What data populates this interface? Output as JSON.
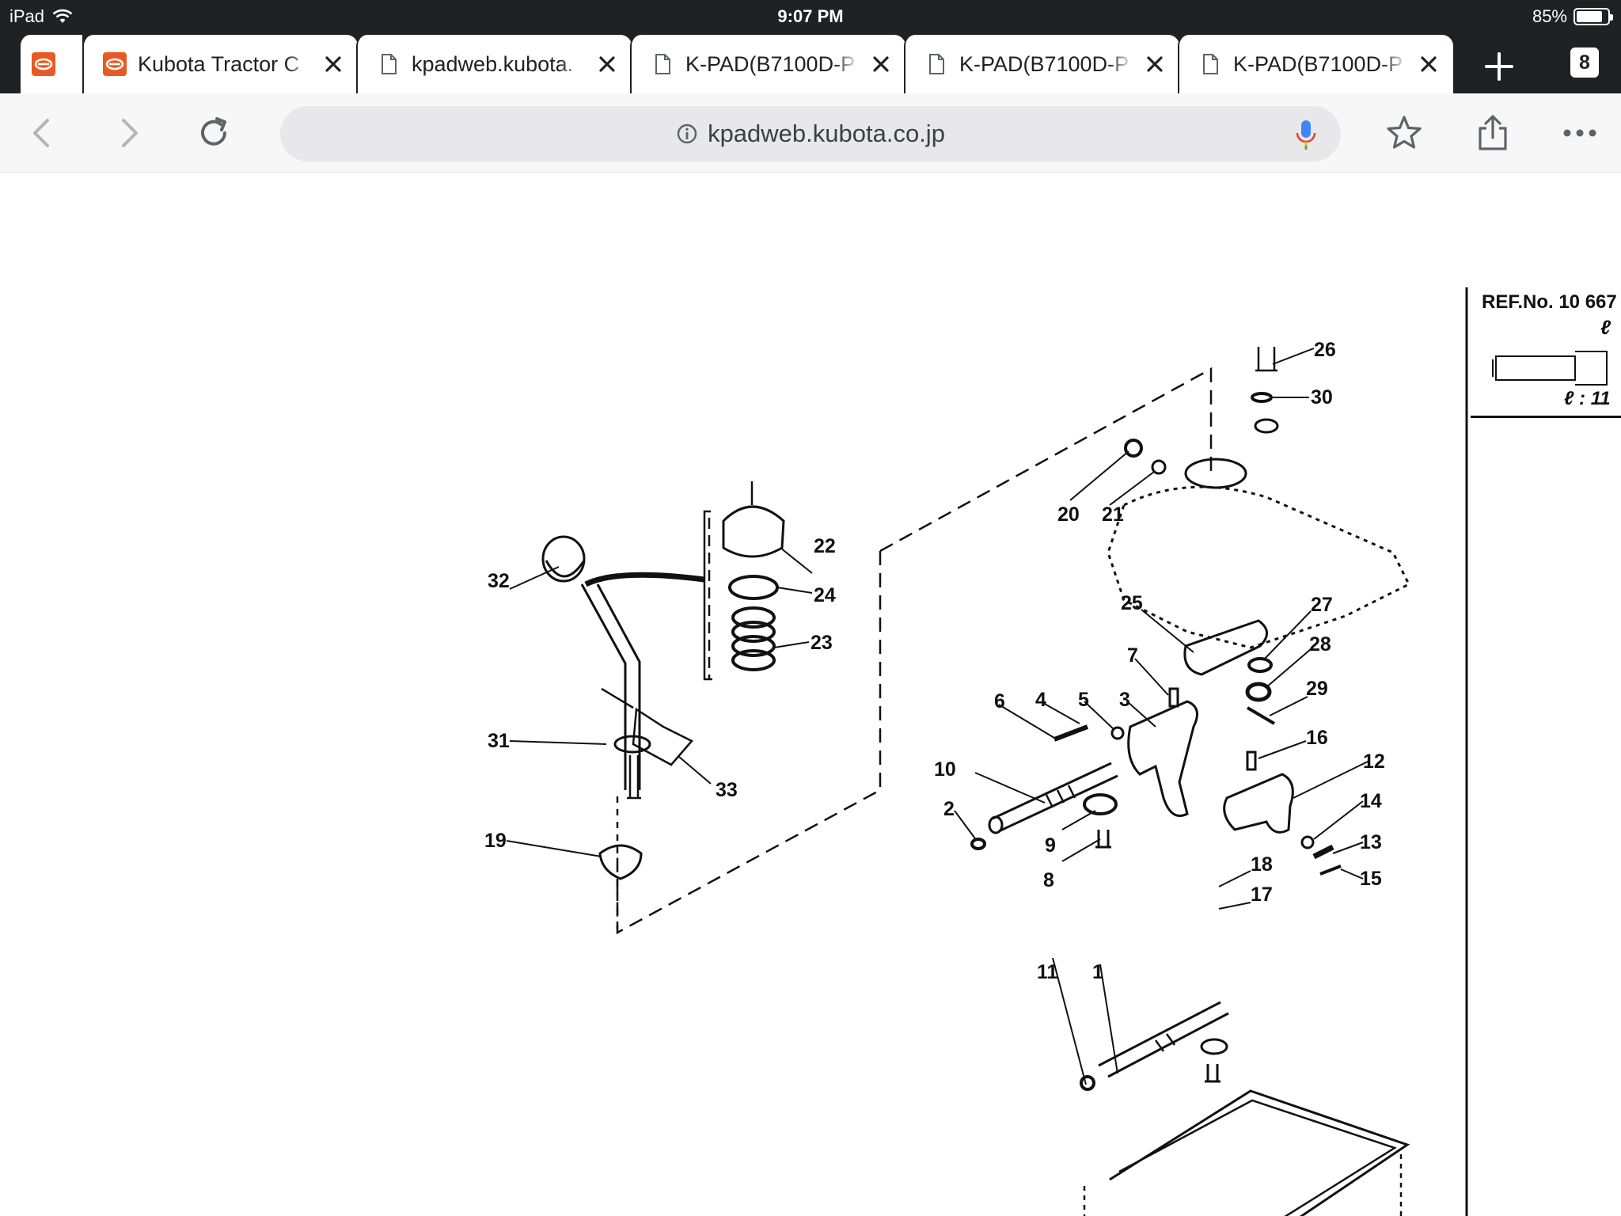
{
  "status_bar": {
    "device": "iPad",
    "time": "9:07 PM",
    "battery": "85%",
    "battery_level": 0.85
  },
  "tabs": [
    {
      "title": "Kubota Tractor C",
      "favicon": "kubota-logo-icon",
      "active": false
    },
    {
      "title": "kpadweb.kubota.",
      "favicon": "page-icon",
      "active": false
    },
    {
      "title": "K-PAD(B7100D-P",
      "favicon": "page-icon",
      "active": false
    },
    {
      "title": "K-PAD(B7100D-P",
      "favicon": "page-icon",
      "active": false
    },
    {
      "title": "K-PAD(B7100D-P",
      "favicon": "page-icon",
      "active": true
    }
  ],
  "tab_count": "8",
  "toolbar": {
    "url": "kpadweb.kubota.co.jp"
  },
  "colors": {
    "chrome_dark": "#202124",
    "kubota_orange": "#e85a24",
    "toolbar_bg": "#f7f7f7",
    "omnibox_bg": "#e8e8ea",
    "mic_blue": "#4285f4",
    "mic_red": "#ea4335",
    "mic_yellow": "#fbbc04",
    "mic_green": "#34a853"
  },
  "diagram": {
    "ref_title": "REF.No. 10 667",
    "ref_symbol": "ℓ",
    "ref_length": "ℓ : 11",
    "callouts": [
      "1",
      "2",
      "3",
      "4",
      "5",
      "6",
      "7",
      "8",
      "9",
      "10",
      "11",
      "12",
      "13",
      "14",
      "15",
      "16",
      "17",
      "18",
      "19",
      "20",
      "21",
      "22",
      "23",
      "24",
      "25",
      "26",
      "27",
      "28",
      "29",
      "30",
      "31",
      "32",
      "33"
    ]
  }
}
